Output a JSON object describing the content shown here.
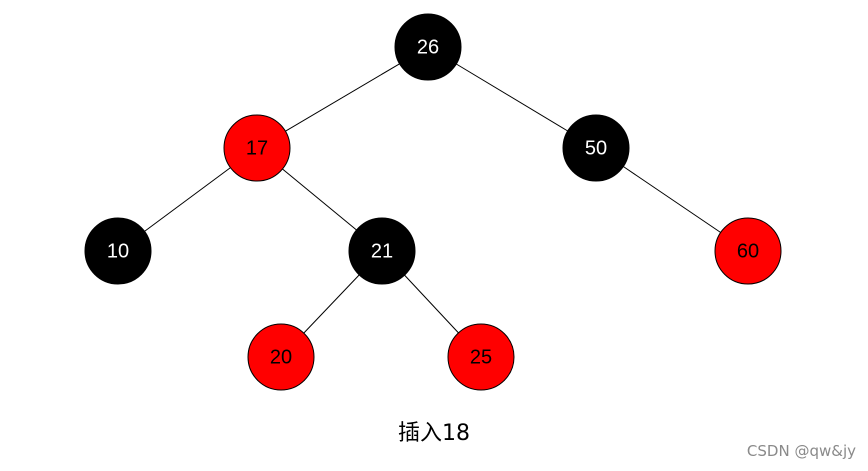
{
  "diagram": {
    "caption": "插入18",
    "watermark": "CSDN @qw&jy",
    "colors": {
      "black_node": "#000000",
      "red_node": "#ff0000",
      "black_node_text": "#ffffff",
      "red_node_text": "#000000",
      "edge": "#000000"
    },
    "nodes": [
      {
        "id": "n26",
        "label": "26",
        "color": "black"
      },
      {
        "id": "n17",
        "label": "17",
        "color": "red"
      },
      {
        "id": "n50",
        "label": "50",
        "color": "black"
      },
      {
        "id": "n10",
        "label": "10",
        "color": "black"
      },
      {
        "id": "n21",
        "label": "21",
        "color": "black"
      },
      {
        "id": "n60",
        "label": "60",
        "color": "red"
      },
      {
        "id": "n20",
        "label": "20",
        "color": "red"
      },
      {
        "id": "n25",
        "label": "25",
        "color": "red"
      }
    ],
    "edges": [
      {
        "from": "n26",
        "to": "n17"
      },
      {
        "from": "n26",
        "to": "n50"
      },
      {
        "from": "n17",
        "to": "n10"
      },
      {
        "from": "n17",
        "to": "n21"
      },
      {
        "from": "n50",
        "to": "n60"
      },
      {
        "from": "n21",
        "to": "n20"
      },
      {
        "from": "n21",
        "to": "n25"
      }
    ]
  }
}
